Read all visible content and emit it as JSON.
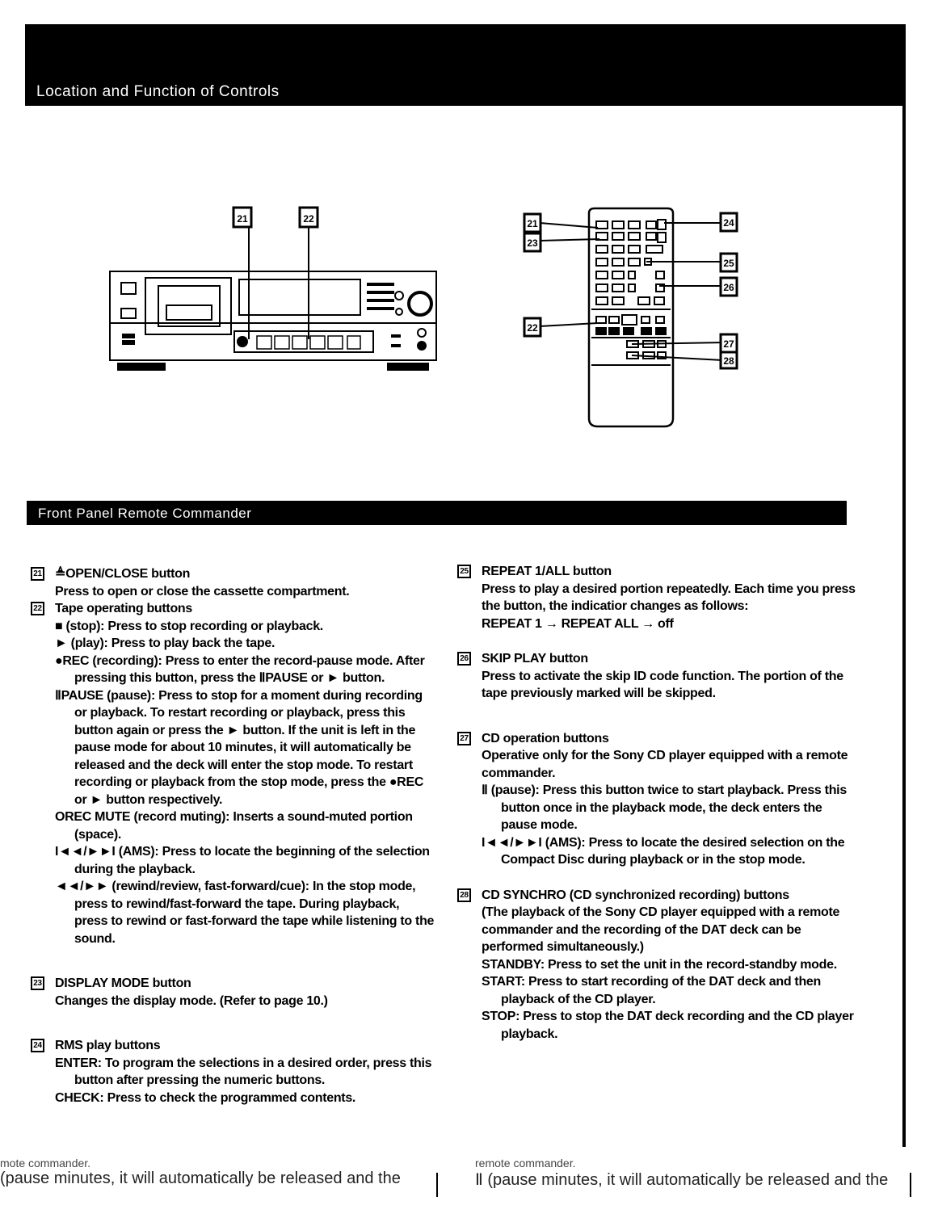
{
  "header": {
    "title": "Location and Function of Controls"
  },
  "subheader": {
    "title": "Front Panel Remote Commander"
  },
  "callouts": {
    "deck": [
      "21",
      "22"
    ],
    "remote_left": [
      "21",
      "23",
      "22"
    ],
    "remote_right": [
      "24",
      "25",
      "26",
      "27",
      "28"
    ]
  },
  "left_column": {
    "s21": {
      "num": "21",
      "title": "≜OPEN/CLOSE button",
      "desc": "Press to open or close the cassette compartment."
    },
    "s22": {
      "num": "22",
      "title": "Tape operating buttons",
      "items": [
        {
          "term": "■ (stop):",
          "text": " Press to stop recording or playback."
        },
        {
          "term": "► (play):",
          "text": " Press to play back the tape."
        },
        {
          "term": "●REC (recording):",
          "text": " Press to enter the record-pause mode. After pressing this button, press the ⅡPAUSE or ► button."
        },
        {
          "term": "ⅡPAUSE (pause):",
          "text": " Press to stop for a moment during recording or playback. To restart recording or playback, press this button again or press the ► button. If the unit is left in the pause mode for about 10 minutes, it will automatically be released and the deck will enter  the stop mode. To restart recording or playback from the stop mode, press the ●REC or ► button respectively."
        },
        {
          "term": "OREC MUTE (record muting):",
          "text": " Inserts a sound-muted portion (space)."
        },
        {
          "term": "I◄◄/►►I (AMS):",
          "text": " Press to locate the beginning of the selection during the playback."
        },
        {
          "term": "◄◄/►► (rewind/review, fast-forward/cue):",
          "text": " In the stop mode, press to rewind/fast-forward the tape. During playback, press to rewind or fast-forward the tape while listening to the sound."
        }
      ]
    },
    "s23": {
      "num": "23",
      "title": "DISPLAY MODE  button",
      "desc": "Changes the display mode.  (Refer to page 10.)"
    },
    "s24": {
      "num": "24",
      "title": "RMS play buttons",
      "items": [
        {
          "term": "ENTER:",
          "text": " To program the selections in a desired order, press this button after pressing the numeric buttons."
        },
        {
          "term": "CHECK:",
          "text": " Press to check the programmed contents."
        }
      ]
    }
  },
  "right_column": {
    "s25": {
      "num": "25",
      "title": "REPEAT 1/ALL button",
      "desc": "Press to play a desired portion repeatedly. Each time you press the button, the indicatior changes as follows:",
      "sequence": "REPEAT 1 → REPEAT ALL → off"
    },
    "s26": {
      "num": "26",
      "title": "SKIP PLAY button",
      "desc": "Press to activate the skip ID code function. The portion of the tape previously marked will be skipped."
    },
    "s27": {
      "num": "27",
      "title": "CD operation buttons",
      "desc": "Operative only for the Sony CD player equipped with a remote commander.",
      "items": [
        {
          "term": "Ⅱ (pause):",
          "text": " Press this button twice to start playback. Press this button once in the playback mode, the deck enters the pause mode."
        },
        {
          "term": "I◄◄/►►I (AMS):",
          "text": " Press to locate the desired selection on the Compact Disc during playback or in the stop mode."
        }
      ]
    },
    "s28": {
      "num": "28",
      "title": "CD SYNCHRO (CD synchronized recording) buttons",
      "desc": "(The playback of the Sony CD player equipped with a remote commander and the recording of the DAT deck can be performed simultaneously.)",
      "items": [
        {
          "term": "STANDBY:",
          "text": " Press to set the unit in the record-standby mode."
        },
        {
          "term": "START:",
          "text": " Press to start recording of the DAT deck and then playback of the CD player."
        },
        {
          "term": "STOP:",
          "text": " Press to stop the DAT deck recording and the CD player playback."
        }
      ]
    }
  },
  "footer": {
    "left_ghost": "mote commander.",
    "left_main": "(pause minutes, it will automatically be released and the",
    "right_ghost": "remote commander.",
    "right_main": "Ⅱ (pause minutes, it will automatically be released and the"
  }
}
